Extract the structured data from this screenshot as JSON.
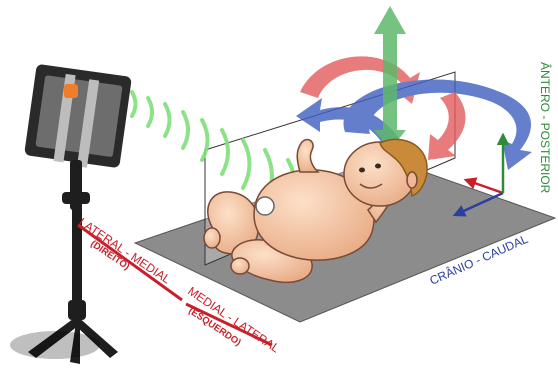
{
  "labels": {
    "lateral_medial": "LATERAL - MEDIAL",
    "direito": "(DIREITO)",
    "medial_lateral": "MEDIAL - LATERAL",
    "esquerdo": "(ESQUERDO)",
    "cranio_caudal": "CRÂNIO - CAUDAL",
    "antero_posterior": "ÂNTERO - POSTERIOR"
  },
  "colors": {
    "red_axis": "#c8202a",
    "blue_axis": "#2a3f9e",
    "green_axis": "#2e8b3a",
    "arrow_red": "#e35c5c",
    "arrow_blue": "#3e5fc0",
    "arrow_green": "#5fb86a",
    "signal_green": "#7fe07a",
    "mat": "#8c8c8c",
    "skin": "#f3c7a6"
  },
  "icons": [
    "smartphone-icon",
    "tripod-icon",
    "baby-figure",
    "sensor-icon",
    "rotation-arrows-icon",
    "axis-gizmo-icon"
  ]
}
